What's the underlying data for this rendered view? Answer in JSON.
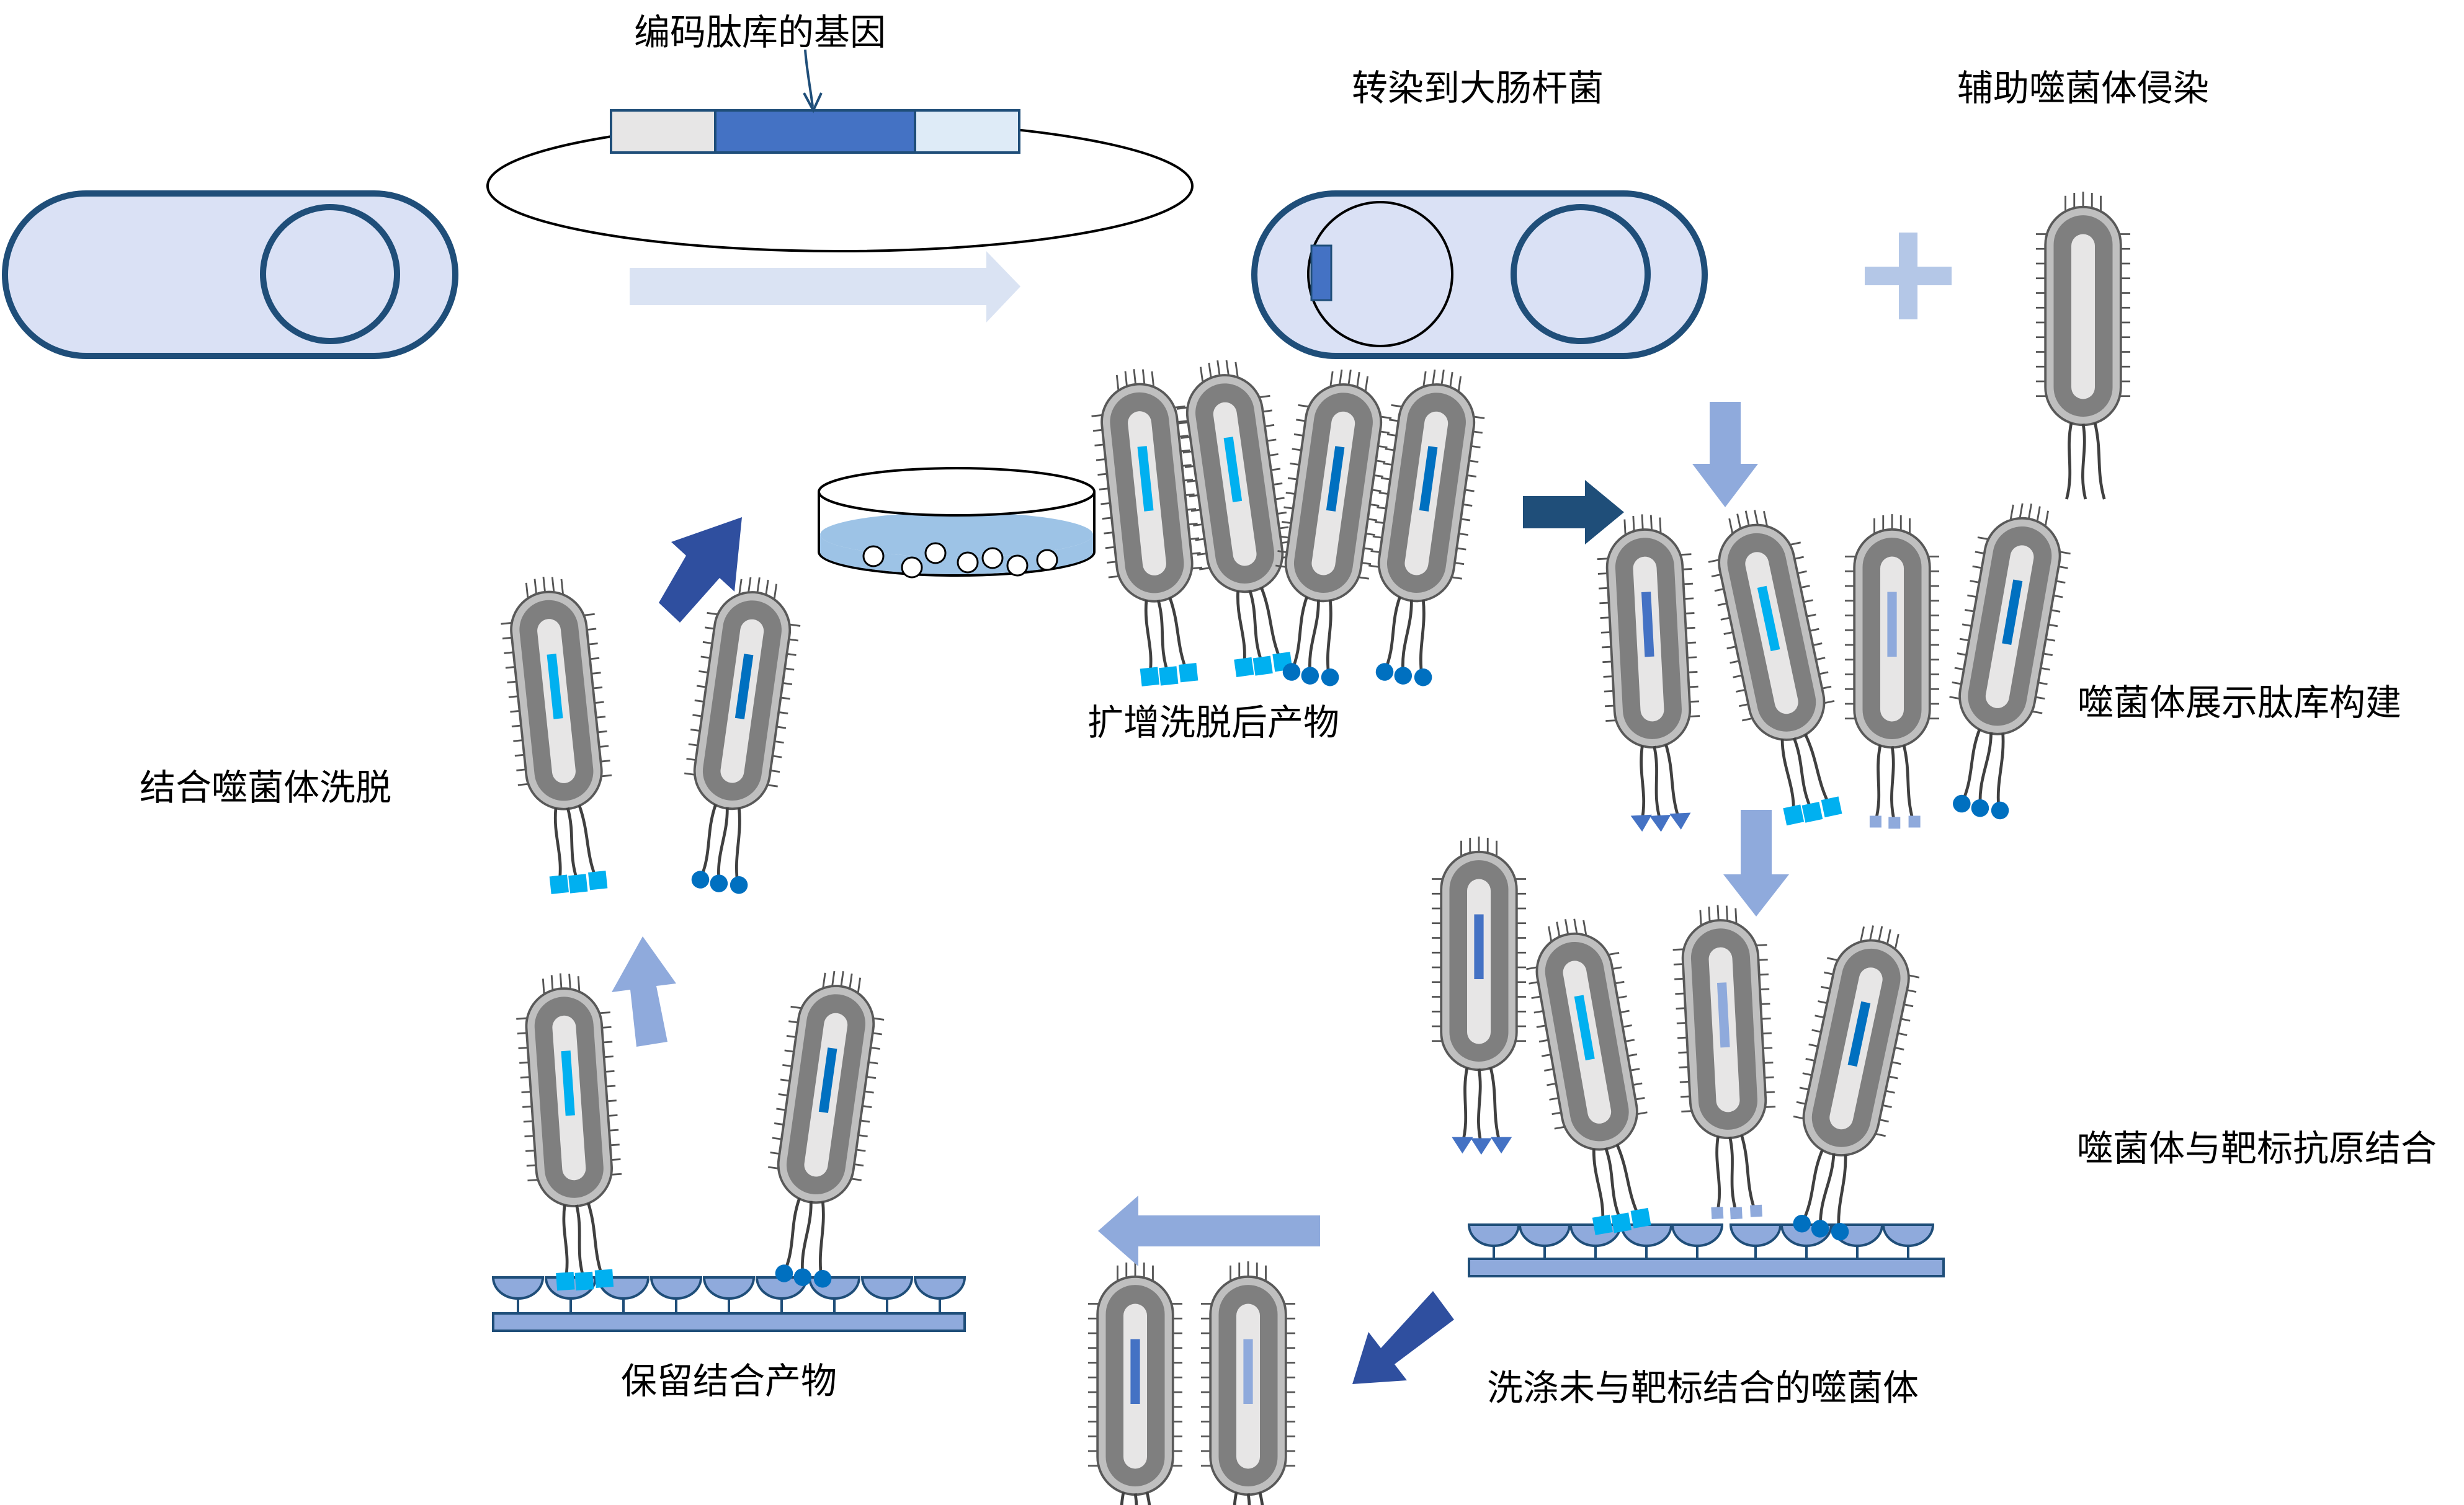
{
  "labels": {
    "gene": "编码肽库的基因",
    "transfect": "转染到大肠杆菌",
    "helper": "辅助噬菌体侵染",
    "display_library": "噬菌体展示肽库构建",
    "binding": "噬菌体与靶标抗原结合",
    "wash": "洗涤未与靶标结合的噬菌体",
    "retain": "保留结合产物",
    "elute": "结合噬菌体洗脱",
    "amplify": "扩增洗脱后产物"
  },
  "colors": {
    "cell_fill": "#dae1f5",
    "cell_stroke": "#1f4e79",
    "arrow_light": "#8faadc",
    "arrow_pale": "#dae3f3",
    "arrow_dark": "#2f4f9f",
    "arrow_navy": "#1f4e79",
    "peptide_cyan": "#00b0f0",
    "peptide_blue": "#0070c0",
    "peptide_royal": "#4472c4",
    "peptide_pale": "#8faadc",
    "phage_gray": "#7f7f7f"
  },
  "icons": [
    "ecoli-cell-icon",
    "plasmid-icon",
    "phage-icon",
    "petri-dish-icon",
    "antigen-plate-icon",
    "plus-icon",
    "arrow-icon"
  ]
}
